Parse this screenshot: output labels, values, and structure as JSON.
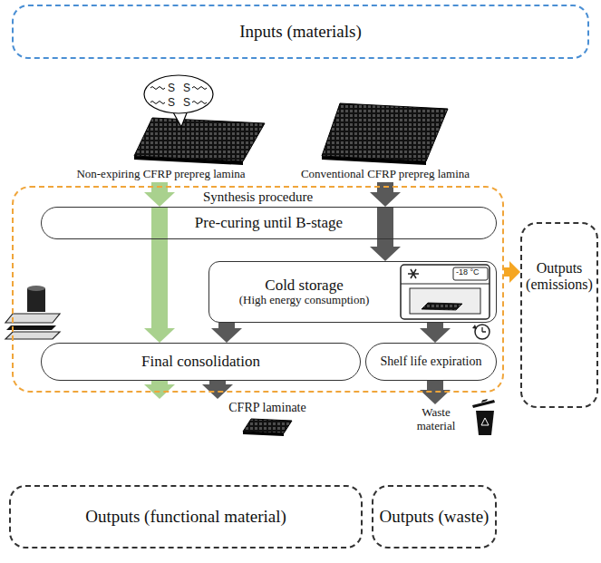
{
  "diagram": {
    "nodes": [
      {
        "text": [
          "Inputs (materials)"
        ]
      },
      {
        "text": [
          "Non-expiring CFRP prepreg lamina"
        ]
      },
      {
        "text": [
          "Conventional CFRP prepreg lamina"
        ]
      },
      {
        "text": [
          "Synthesis procedure"
        ]
      },
      {
        "text": [
          "Pre-curing until B-stage"
        ],
        "in": 3
      },
      {
        "text": [
          "Cold storage",
          "(High energy consumption)"
        ],
        "in": 3
      },
      {
        "text": [
          "Final consolidation"
        ],
        "in": 3
      },
      {
        "text": [
          "Shelf life expiration"
        ],
        "in": 3
      },
      {
        "text": [
          "Outputs (emissions)"
        ]
      },
      {
        "text": [
          "CFRP laminate"
        ]
      },
      {
        "text": [
          "Waste material"
        ]
      },
      {
        "text": [
          "Outputs (functional material)"
        ]
      },
      {
        "text": [
          "Outputs (waste)"
        ]
      }
    ],
    "edges": [
      {
        "from": 1,
        "to": 4,
        "arrow": "to"
      },
      {
        "from": 2,
        "to": 4,
        "arrow": "to"
      },
      {
        "from": 4,
        "to": 5,
        "arrow": "to"
      },
      {
        "from": 4,
        "to": 6,
        "arrow": "to"
      },
      {
        "from": 5,
        "to": 6,
        "arrow": "to"
      },
      {
        "from": 5,
        "to": 7,
        "arrow": "to"
      },
      {
        "from": 3,
        "to": 8,
        "arrow": "to"
      },
      {
        "from": 6,
        "to": 9,
        "arrow": "to"
      },
      {
        "from": 6,
        "to": 9,
        "arrow": "to"
      },
      {
        "from": 7,
        "to": 10,
        "arrow": "to"
      }
    ],
    "labels": [
      "S",
      "S",
      "S",
      "S",
      "-18 °C"
    ]
  }
}
